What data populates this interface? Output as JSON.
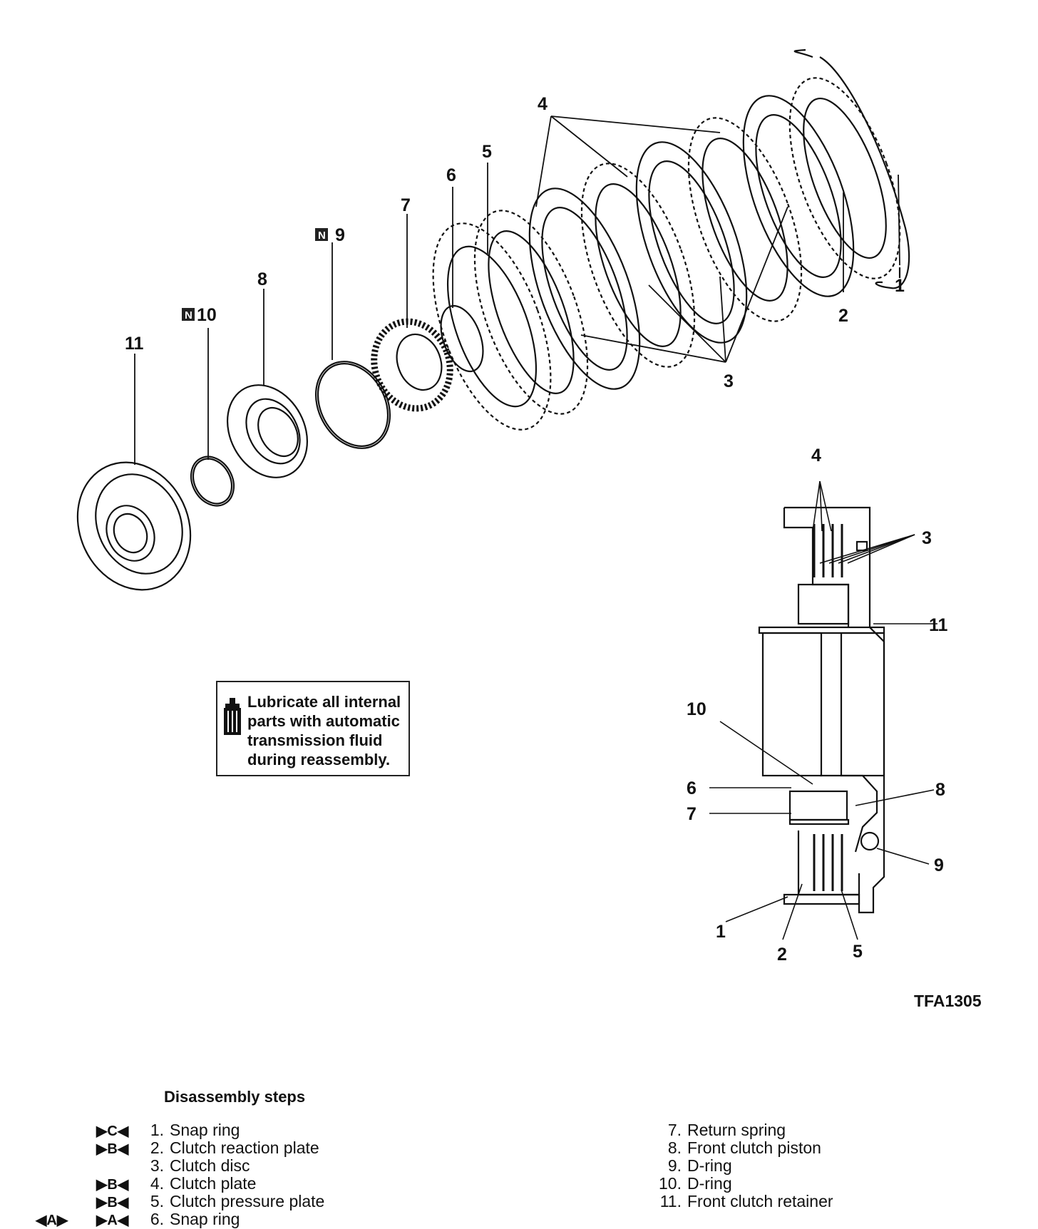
{
  "figure_id": "TFA1305",
  "exploded_callouts": [
    "1",
    "2",
    "3",
    "4",
    "5",
    "6",
    "7",
    "8",
    "9",
    "10",
    "11"
  ],
  "n_tag_letter": "N",
  "section_callouts": [
    "4",
    "3",
    "11",
    "10",
    "6",
    "8",
    "7",
    "9",
    "1",
    "2",
    "5"
  ],
  "lubrication_note": {
    "icon": "oil-can-icon",
    "lines": [
      "Lubricate all internal",
      "parts with automatic",
      "transmission fluid",
      "during reassembly."
    ]
  },
  "disassembly": {
    "title": "Disassembly steps",
    "steps": [
      {
        "num": "1.",
        "label": "Snap ring",
        "mark": "▶C◀"
      },
      {
        "num": "2.",
        "label": "Clutch reaction plate",
        "mark": "▶B◀"
      },
      {
        "num": "3.",
        "label": "Clutch disc",
        "mark": ""
      },
      {
        "num": "4.",
        "label": "Clutch plate",
        "mark": "▶B◀"
      },
      {
        "num": "5.",
        "label": "Clutch pressure plate",
        "mark": "▶B◀"
      },
      {
        "num": "6.",
        "label": "Snap ring",
        "mark": "▶A◀",
        "mark2": "◀A▶"
      },
      {
        "num": "7.",
        "label": "Return spring",
        "mark": ""
      },
      {
        "num": "8.",
        "label": "Front clutch piston",
        "mark": ""
      },
      {
        "num": "9.",
        "label": "D-ring",
        "mark": ""
      },
      {
        "num": "10.",
        "label": "D-ring",
        "mark": ""
      },
      {
        "num": "11.",
        "label": "Front clutch retainer",
        "mark": ""
      }
    ]
  }
}
